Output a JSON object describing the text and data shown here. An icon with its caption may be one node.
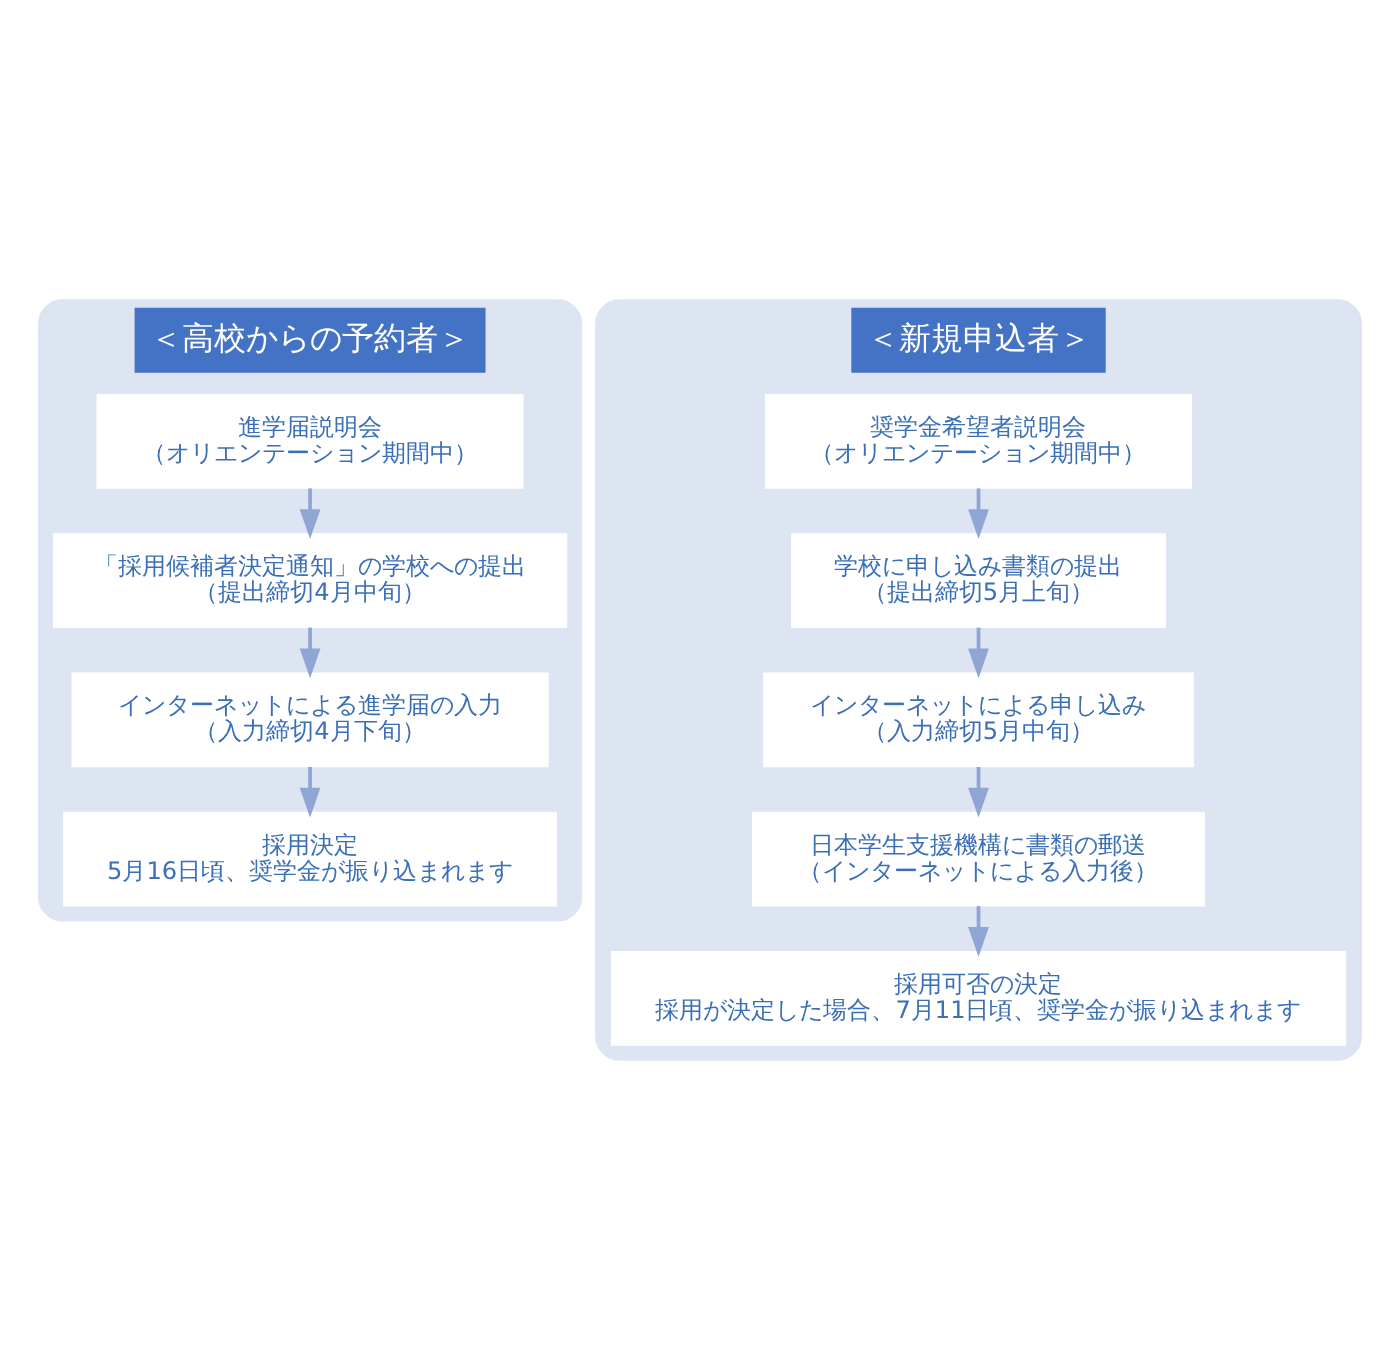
{
  "diagram": {
    "nodes": [
      {
        "text": [
          "＜高校からの予約者＞"
        ]
      },
      {
        "text": [
          "進学届説明会",
          "（オリエンテーション期間中）"
        ],
        "in": 0
      },
      {
        "text": [
          "「採用候補者決定通知」の学校への提出",
          "（提出締切4月中旬）"
        ],
        "in": 0
      },
      {
        "text": [
          "インターネットによる進学届の入力",
          "（入力締切4月下旬）"
        ],
        "in": 0
      },
      {
        "text": [
          "採用決定",
          "5月16日頃、奨学金が振り込まれます"
        ],
        "in": 0
      },
      {
        "text": [
          "＜新規申込者＞"
        ]
      },
      {
        "text": [
          "奨学金希望者説明会",
          "（オリエンテーション期間中）"
        ],
        "in": 5
      },
      {
        "text": [
          "学校に申し込み書類の提出",
          "（提出締切5月上旬）"
        ],
        "in": 5
      },
      {
        "text": [
          "インターネットによる申し込み",
          "（入力締切5月中旬）"
        ],
        "in": 5
      },
      {
        "text": [
          "日本学生支援機構に書類の郵送",
          "（インターネットによる入力後）"
        ],
        "in": 5
      },
      {
        "text": [
          "採用可否の決定",
          "採用が決定した場合、7月11日頃、奨学金が振り込まれます"
        ],
        "in": 5
      }
    ],
    "edges": [
      {
        "from": 1,
        "to": 2,
        "arrow": "to"
      },
      {
        "from": 2,
        "to": 3,
        "arrow": "to"
      },
      {
        "from": 3,
        "to": 4,
        "arrow": "to"
      },
      {
        "from": 6,
        "to": 7,
        "arrow": "to"
      },
      {
        "from": 7,
        "to": 8,
        "arrow": "to"
      },
      {
        "from": 8,
        "to": 9,
        "arrow": "to"
      },
      {
        "from": 9,
        "to": 10,
        "arrow": "to"
      }
    ]
  }
}
